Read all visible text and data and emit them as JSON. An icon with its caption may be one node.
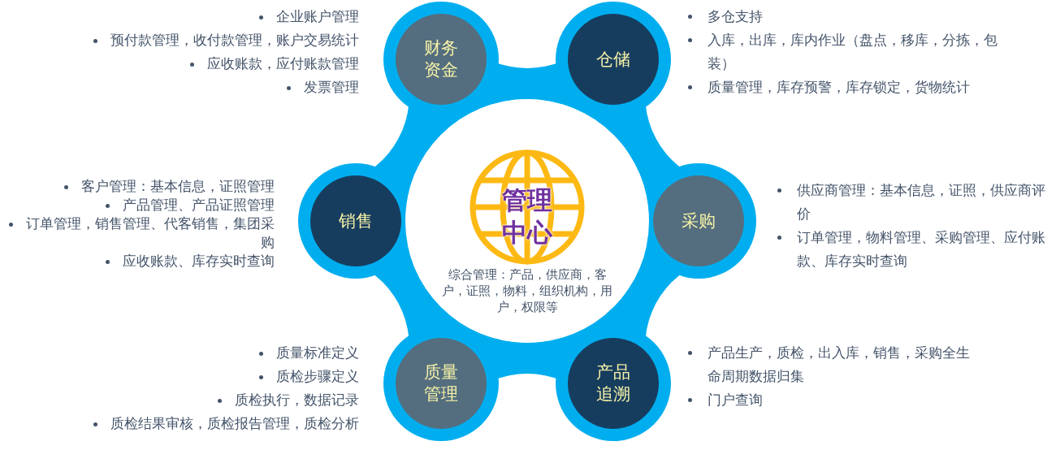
{
  "diagram": {
    "nodes": [
      {
        "text": [
          "财务资金"
        ],
        "beside": [
          "企业账户管理",
          "预付款管理，收付款管理，账户交易统计",
          "应收账款，应付账款管理",
          "发票管理"
        ]
      },
      {
        "text": [
          "仓储"
        ],
        "beside": [
          "多仓支持",
          "入库，出库，库内作业（盘点，移库，分拣，包装）",
          "质量管理，库存预警，库存锁定，货物统计"
        ]
      },
      {
        "text": [
          "销售"
        ],
        "beside": [
          "客户管理：基本信息，证照管理",
          "产品管理、产品证照管理",
          "订单管理，销售管理、代客销售，集团采购",
          "应收账款、库存实时查询"
        ]
      },
      {
        "text": [
          "管理中心",
          "综合管理：产品，供应商，客户，证照，物料，组织机构，用户，权限等"
        ]
      },
      {
        "text": [
          "采购"
        ],
        "beside": [
          "供应商管理：基本信息，证照，供应商评价",
          "订单管理，物料管理、采购管理、应付账款、库存实时查询"
        ]
      },
      {
        "text": [
          "质量管理"
        ],
        "beside": [
          "质量标准定义",
          "质检步骤定义",
          "质检执行，数据记录",
          "质检结果审核，质检报告管理，质检分析"
        ]
      },
      {
        "text": [
          "产品追溯"
        ],
        "beside": [
          "产品生产，质检，出入库，销售，采购全生命周期数据归集",
          "门户查询"
        ]
      }
    ],
    "edges": []
  }
}
